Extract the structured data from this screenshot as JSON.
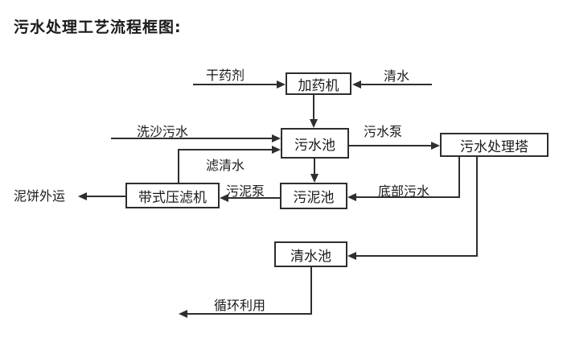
{
  "title": "污水处理工艺流程框图:",
  "diagram": {
    "nodes": {
      "dosing_machine": {
        "label": "加药机"
      },
      "sewage_pool": {
        "label": "污水池"
      },
      "treatment_tower": {
        "label": "污水处理塔"
      },
      "sludge_pool": {
        "label": "污泥池"
      },
      "belt_filter_press": {
        "label": "带式压滤机"
      },
      "clear_water_pool": {
        "label": "清水池"
      }
    },
    "edge_labels": {
      "dry_chemical": "干药剂",
      "clean_water": "清水",
      "sand_washing_sewage": "洗沙污水",
      "filtered_water": "滤清水",
      "sewage_pump": "污水泵",
      "sludge_pump": "污泥泵",
      "bottom_sewage": "底部污水",
      "mud_cake_outbound": "泥饼外运",
      "recycle_use": "循环利用"
    },
    "edges": [
      {
        "from": "干药剂",
        "to": "加药机",
        "label": ""
      },
      {
        "from": "清水",
        "to": "加药机",
        "label": ""
      },
      {
        "from": "加药机",
        "to": "污水池",
        "label": ""
      },
      {
        "from": "洗沙污水",
        "to": "污水池",
        "label": ""
      },
      {
        "from": "带式压滤机",
        "to": "污水池",
        "label": "滤清水"
      },
      {
        "from": "污水池",
        "to": "污水处理塔",
        "label": "污水泵"
      },
      {
        "from": "污水池",
        "to": "污泥池",
        "label": ""
      },
      {
        "from": "污水处理塔",
        "to": "污泥池",
        "label": "底部污水"
      },
      {
        "from": "污泥池",
        "to": "带式压滤机",
        "label": "污泥泵"
      },
      {
        "from": "带式压滤机",
        "to": "泥饼外运",
        "label": ""
      },
      {
        "from": "污水处理塔",
        "to": "清水池",
        "label": ""
      },
      {
        "from": "清水池",
        "to": "循环利用",
        "label": ""
      }
    ],
    "colors": {
      "line": "#2e2e2e",
      "text": "#1a1a1a",
      "background": "#ffffff"
    }
  }
}
